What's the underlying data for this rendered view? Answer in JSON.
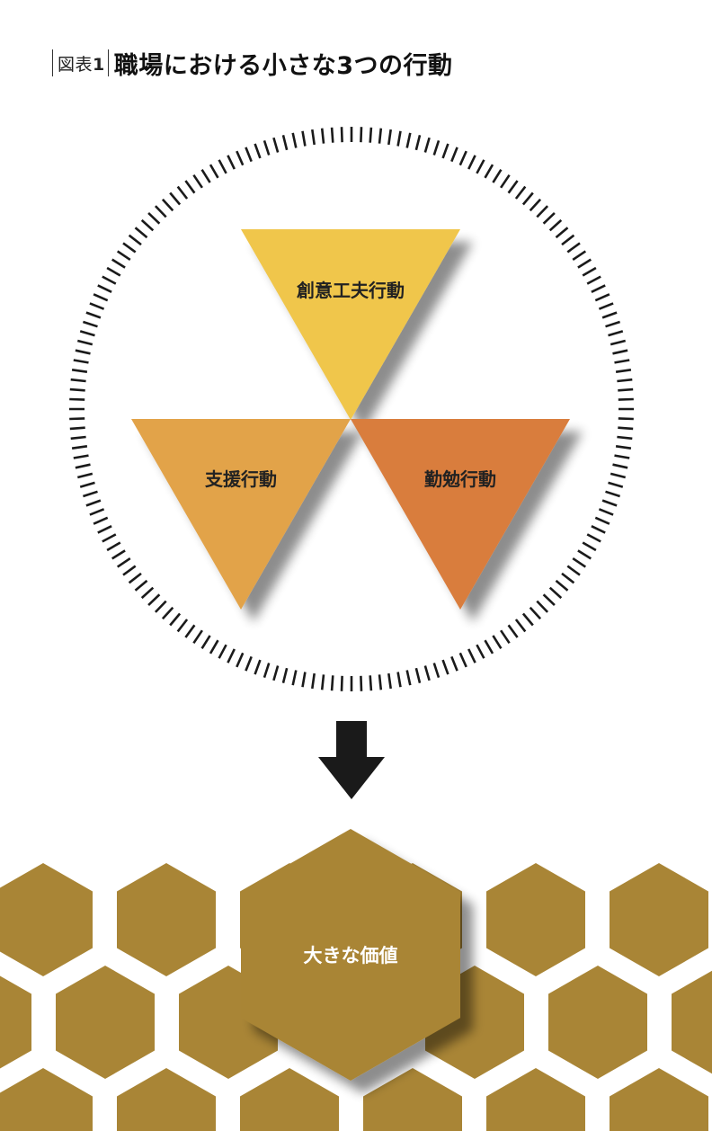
{
  "header": {
    "figure_label": "図表",
    "figure_number": "1",
    "title": "職場における小さな3つの行動"
  },
  "behaviors": [
    {
      "label": "創意工夫行動",
      "color": "#F0C64B"
    },
    {
      "label": "支援行動",
      "color": "#E2A34A"
    },
    {
      "label": "勤勉行動",
      "color": "#D97D3D"
    }
  ],
  "outcome": {
    "label": "大きな価値",
    "color": "#A98536"
  },
  "colors": {
    "arrow": "#1a1a1a",
    "ticks": "#1a1a1a",
    "outcome_text": "#ffffff",
    "behavior_text": "#222222"
  }
}
